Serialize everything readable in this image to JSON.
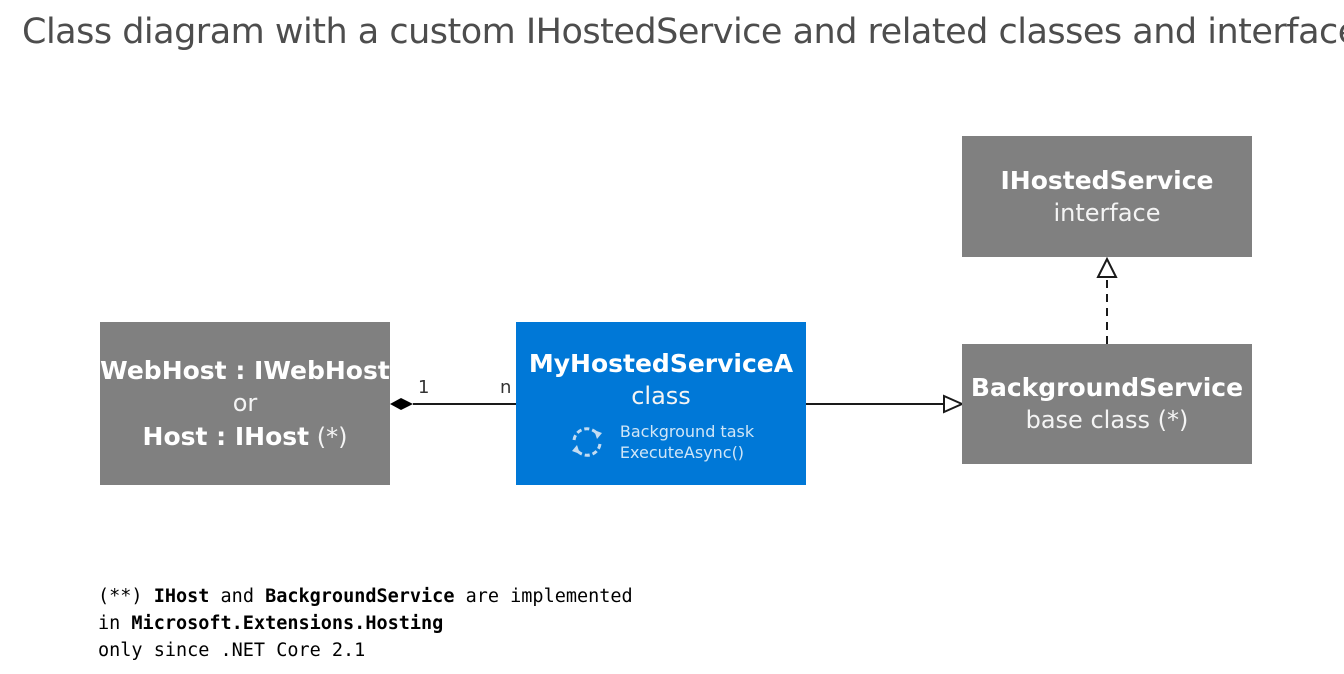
{
  "title": "Class diagram with a custom IHostedService and related classes and interfaces",
  "boxes": {
    "ihosted": {
      "name": "IHostedService",
      "kind": "interface"
    },
    "webhost": {
      "line1": "WebHost : IWebHost",
      "line2": "or",
      "line3_bold": "Host : IHost",
      "line3_suffix": " (*)"
    },
    "myhosted": {
      "name": "MyHostedServiceA",
      "kind": "class",
      "task_label": "Background task",
      "task_method": "ExecuteAsync()",
      "icon": "refresh-icon"
    },
    "bgservice": {
      "name": "BackgroundService",
      "kind": "base class (*)"
    }
  },
  "relations": {
    "composition": {
      "left_multiplicity": "1",
      "right_multiplicity": "n"
    }
  },
  "footnote": {
    "prefix": "(**) ",
    "term1": "IHost",
    "and": " and ",
    "term2": "BackgroundService",
    "rest1": " are implemented",
    "in": "in ",
    "term3": "Microsoft.Extensions.Hosting",
    "line3": "only since .NET Core 2.1"
  },
  "colors": {
    "gray_box": "#808080",
    "blue_box": "#0078d7",
    "title_text": "#4d4d4d"
  }
}
